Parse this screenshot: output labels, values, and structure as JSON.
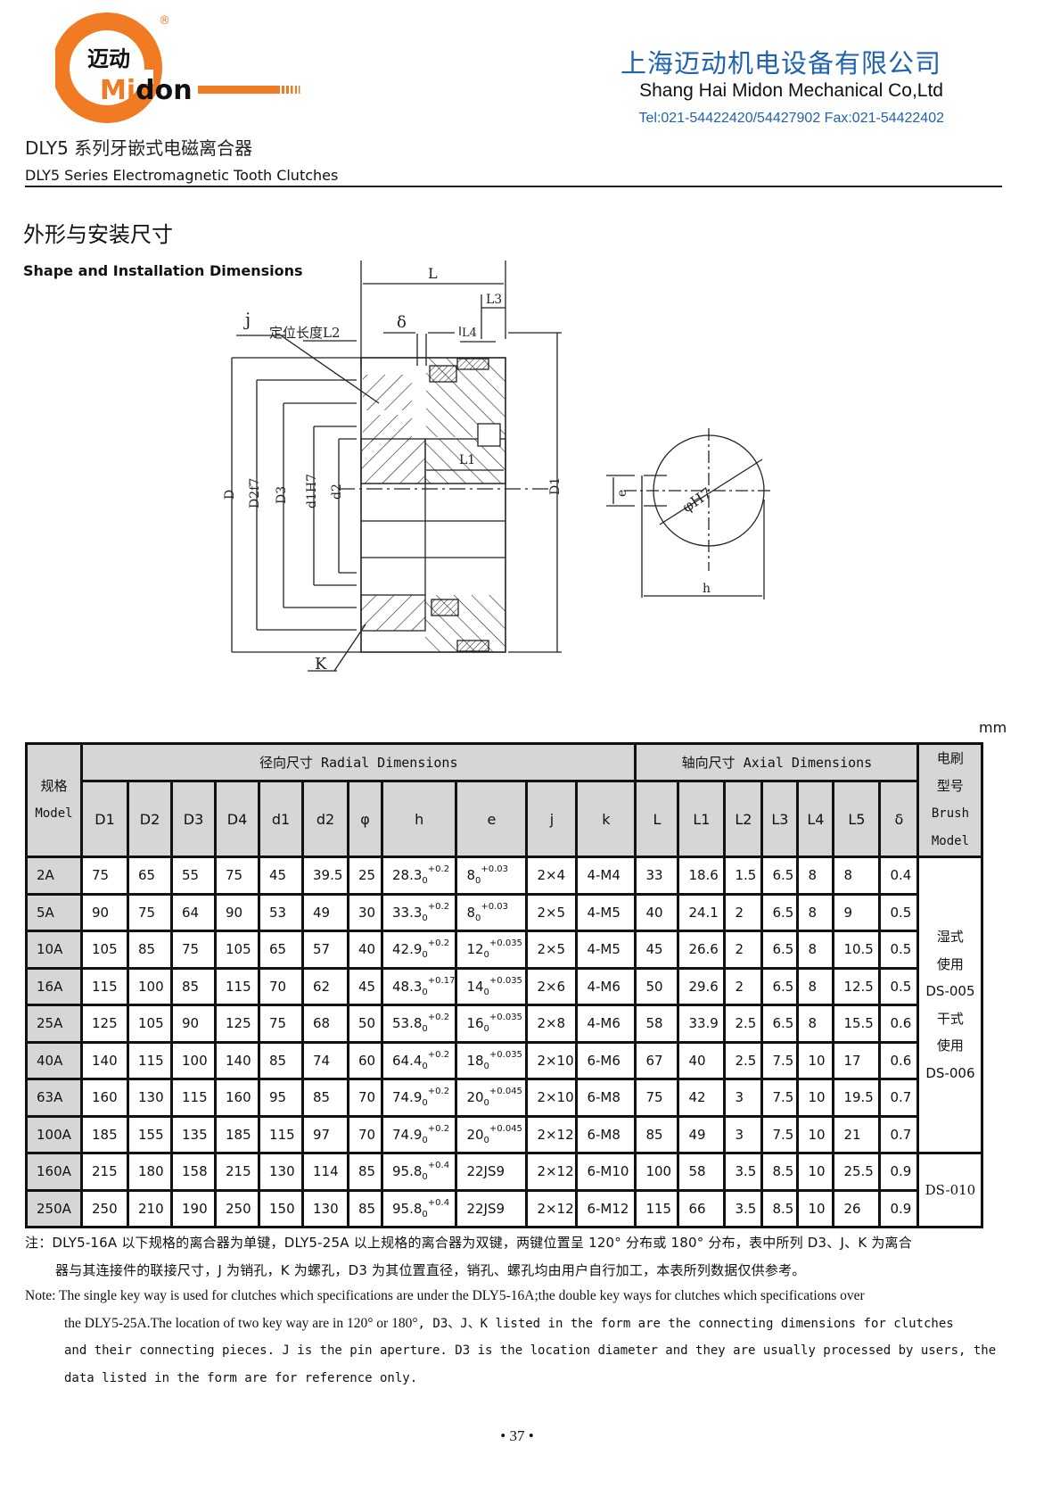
{
  "header": {
    "logo": {
      "cn_text": "迈动",
      "brand_text": "Midon",
      "registered_mark": "®",
      "brand_color": "#f07b23"
    },
    "company_name_cn": "上海迈动机电设备有限公司",
    "company_name_en": "Shang Hai Midon Mechanical Co,Ltd",
    "contact": "Tel:021-54422420/54427902 Fax:021-54422402",
    "series_title_cn": "DLY5 系列牙嵌式电磁离合器",
    "series_title_en": "DLY5 Series Electromagnetic Tooth Clutches",
    "accent_color": "#1f63b0"
  },
  "section": {
    "title_cn": "外形与安装尺寸",
    "title_en": "Shape and Installation Dimensions"
  },
  "drawing": {
    "labels": {
      "L": "L",
      "L1": "L1",
      "L2_cn": "定位长度L2",
      "L3": "L3",
      "L4": "L4",
      "delta": "δ",
      "j": "j",
      "K": "K",
      "D": "D",
      "D2f7": "D2f7",
      "D3": "D3",
      "d1H7": "d1H7",
      "d2": "d2",
      "D1": "D1",
      "e": "e",
      "h": "h",
      "phiH7": "φH7"
    }
  },
  "table": {
    "unit": "mm",
    "corner_header_cn": "规格",
    "corner_header_en": "Model",
    "group_radial": "径向尺寸 Radial Dimensions",
    "group_axial": "轴向尺寸 Axial Dimensions",
    "brush_header": [
      "电刷",
      "型号",
      "Brush",
      "Model"
    ],
    "columns": [
      "D1",
      "D2",
      "D3",
      "D4",
      "d1",
      "d2",
      "φ",
      "h",
      "e",
      "j",
      "k",
      "L",
      "L1",
      "L2",
      "L3",
      "L4",
      "L5",
      "δ"
    ],
    "rows": [
      {
        "model": "2A",
        "D1": "75",
        "D2": "65",
        "D3": "55",
        "D4": "75",
        "d1": "45",
        "d2": "39.5",
        "phi": "25",
        "h": "28.3",
        "h_lo": "0",
        "h_hi": "+0.2",
        "e": "8",
        "e_lo": "0",
        "e_hi": "+0.03",
        "j": "2×4",
        "k": "4-M4",
        "L": "33",
        "L1": "18.6",
        "L2": "1.5",
        "L3": "6.5",
        "L4": "8",
        "L5": "8",
        "delta": "0.4"
      },
      {
        "model": "5A",
        "D1": "90",
        "D2": "75",
        "D3": "64",
        "D4": "90",
        "d1": "53",
        "d2": "49",
        "phi": "30",
        "h": "33.3",
        "h_lo": "0",
        "h_hi": "+0.2",
        "e": "8",
        "e_lo": "0",
        "e_hi": "+0.03",
        "j": "2×5",
        "k": "4-M5",
        "L": "40",
        "L1": "24.1",
        "L2": "2",
        "L3": "6.5",
        "L4": "8",
        "L5": "9",
        "delta": "0.5"
      },
      {
        "model": "10A",
        "D1": "105",
        "D2": "85",
        "D3": "75",
        "D4": "105",
        "d1": "65",
        "d2": "57",
        "phi": "40",
        "h": "42.9",
        "h_lo": "0",
        "h_hi": "+0.2",
        "e": "12",
        "e_lo": "0",
        "e_hi": "+0.035",
        "j": "2×5",
        "k": "4-M5",
        "L": "45",
        "L1": "26.6",
        "L2": "2",
        "L3": "6.5",
        "L4": "8",
        "L5": "10.5",
        "delta": "0.5"
      },
      {
        "model": "16A",
        "D1": "115",
        "D2": "100",
        "D3": "85",
        "D4": "115",
        "d1": "70",
        "d2": "62",
        "phi": "45",
        "h": "48.3",
        "h_lo": "0",
        "h_hi": "+0.17",
        "e": "14",
        "e_lo": "0",
        "e_hi": "+0.035",
        "j": "2×6",
        "k": "4-M6",
        "L": "50",
        "L1": "29.6",
        "L2": "2",
        "L3": "6.5",
        "L4": "8",
        "L5": "12.5",
        "delta": "0.5"
      },
      {
        "model": "25A",
        "D1": "125",
        "D2": "105",
        "D3": "90",
        "D4": "125",
        "d1": "75",
        "d2": "68",
        "phi": "50",
        "h": "53.8",
        "h_lo": "0",
        "h_hi": "+0.2",
        "e": "16",
        "e_lo": "0",
        "e_hi": "+0.035",
        "j": "2×8",
        "k": "4-M6",
        "L": "58",
        "L1": "33.9",
        "L2": "2.5",
        "L3": "6.5",
        "L4": "8",
        "L5": "15.5",
        "delta": "0.6"
      },
      {
        "model": "40A",
        "D1": "140",
        "D2": "115",
        "D3": "100",
        "D4": "140",
        "d1": "85",
        "d2": "74",
        "phi": "60",
        "h": "64.4",
        "h_lo": "0",
        "h_hi": "+0.2",
        "e": "18",
        "e_lo": "0",
        "e_hi": "+0.035",
        "j": "2×10",
        "k": "6-M6",
        "L": "67",
        "L1": "40",
        "L2": "2.5",
        "L3": "7.5",
        "L4": "10",
        "L5": "17",
        "delta": "0.6"
      },
      {
        "model": "63A",
        "D1": "160",
        "D2": "130",
        "D3": "115",
        "D4": "160",
        "d1": "95",
        "d2": "85",
        "phi": "70",
        "h": "74.9",
        "h_lo": "0",
        "h_hi": "+0.2",
        "e": "20",
        "e_lo": "0",
        "e_hi": "+0.045",
        "j": "2×10",
        "k": "6-M8",
        "L": "75",
        "L1": "42",
        "L2": "3",
        "L3": "7.5",
        "L4": "10",
        "L5": "19.5",
        "delta": "0.7"
      },
      {
        "model": "100A",
        "D1": "185",
        "D2": "155",
        "D3": "135",
        "D4": "185",
        "d1": "115",
        "d2": "97",
        "phi": "70",
        "h": "74.9",
        "h_lo": "0",
        "h_hi": "+0.2",
        "e": "20",
        "e_lo": "0",
        "e_hi": "+0.045",
        "j": "2×12",
        "k": "6-M8",
        "L": "85",
        "L1": "49",
        "L2": "3",
        "L3": "7.5",
        "L4": "10",
        "L5": "21",
        "delta": "0.7"
      },
      {
        "model": "160A",
        "D1": "215",
        "D2": "180",
        "D3": "158",
        "D4": "215",
        "d1": "130",
        "d2": "114",
        "phi": "85",
        "h": "95.8",
        "h_lo": "0",
        "h_hi": "+0.4",
        "e": "22JS9",
        "e_lo": "",
        "e_hi": "",
        "j": "2×12",
        "k": "6-M10",
        "L": "100",
        "L1": "58",
        "L2": "3.5",
        "L3": "8.5",
        "L4": "10",
        "L5": "25.5",
        "delta": "0.9"
      },
      {
        "model": "250A",
        "D1": "250",
        "D2": "210",
        "D3": "190",
        "D4": "250",
        "d1": "150",
        "d2": "130",
        "phi": "85",
        "h": "95.8",
        "h_lo": "0",
        "h_hi": "+0.4",
        "e": "22JS9",
        "e_lo": "",
        "e_hi": "",
        "j": "2×12",
        "k": "6-M12",
        "L": "115",
        "L1": "66",
        "L2": "3.5",
        "L3": "8.5",
        "L4": "10",
        "L5": "26",
        "delta": "0.9"
      }
    ],
    "brush_group_1": [
      "湿式",
      "使用",
      "DS-005",
      "干式",
      "使用",
      "DS-006"
    ],
    "brush_group_2": "DS-010"
  },
  "notes": {
    "cn_line1": "注：DLY5-16A 以下规格的离合器为单键，DLY5-25A 以上规格的离合器为双键，两键位置呈 120° 分布或 180° 分布，表中所列 D3、J、K 为离合",
    "cn_line2": "器与其连接件的联接尺寸，J 为销孔，K 为螺孔，D3 为其位置直径，销孔、螺孔均由用户自行加工，本表所列数据仅供参考。",
    "en_line1": "Note: The single key way is used for clutches which specifications are under the DLY5-16A;the double key ways for clutches which specifications over",
    "en_line2a": "the DLY5-25A.The location of two key way are in 120° or 180°",
    "en_line2b": ", D3、J、K listed in the form are the connecting dimensions for clutches",
    "en_line3": "and their connecting pieces. J is the pin aperture. D3 is the location diameter and they are usually processed by users, the",
    "en_line4": "data listed in the form are for reference only."
  },
  "page_number": "• 37 •"
}
